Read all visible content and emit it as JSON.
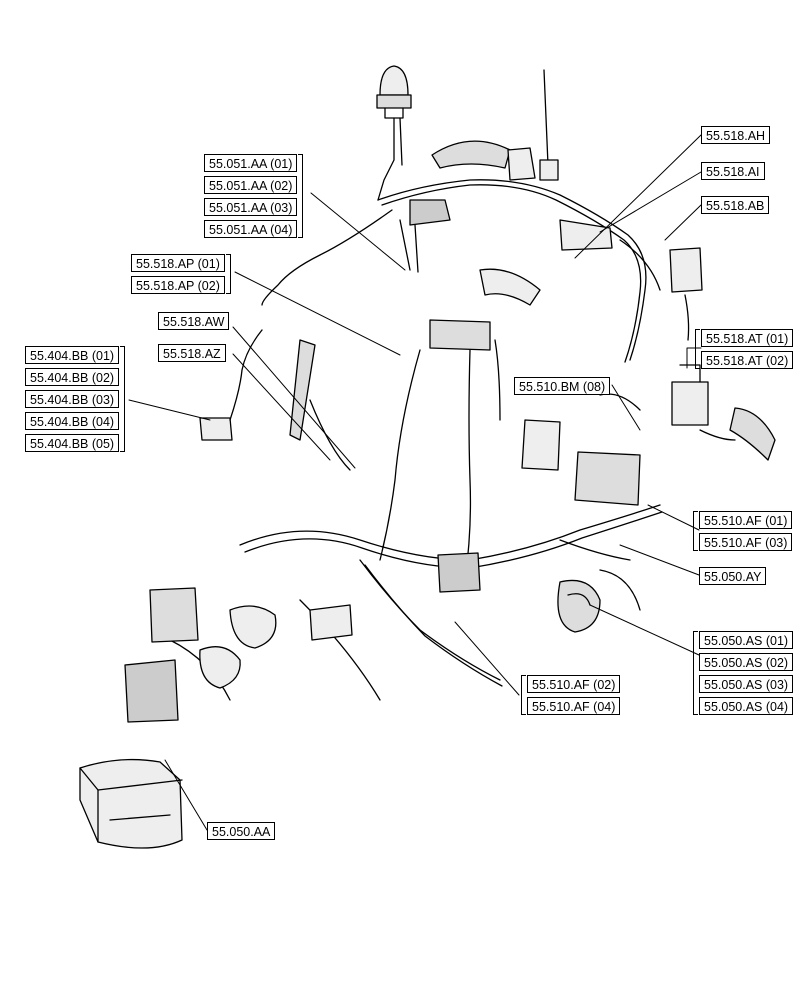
{
  "labels": {
    "l_55_051_aa_01": "55.051.AA (01)",
    "l_55_051_aa_02": "55.051.AA (02)",
    "l_55_051_aa_03": "55.051.AA (03)",
    "l_55_051_aa_04": "55.051.AA (04)",
    "l_55_518_ap_01": "55.518.AP (01)",
    "l_55_518_ap_02": "55.518.AP (02)",
    "l_55_518_aw": "55.518.AW",
    "l_55_518_az": "55.518.AZ",
    "l_55_404_bb_01": "55.404.BB (01)",
    "l_55_404_bb_02": "55.404.BB (02)",
    "l_55_404_bb_03": "55.404.BB (03)",
    "l_55_404_bb_04": "55.404.BB (04)",
    "l_55_404_bb_05": "55.404.BB (05)",
    "l_55_518_ah": "55.518.AH",
    "l_55_518_ai": "55.518.AI",
    "l_55_518_ab": "55.518.AB",
    "l_55_518_at_01": "55.518.AT (01)",
    "l_55_518_at_02": "55.518.AT (02)",
    "l_55_510_bm_08": "55.510.BM (08)",
    "l_55_510_af_01": "55.510.AF (01)",
    "l_55_510_af_03": "55.510.AF (03)",
    "l_55_050_ay": "55.050.AY",
    "l_55_050_as_01": "55.050.AS (01)",
    "l_55_050_as_02": "55.050.AS (02)",
    "l_55_050_as_03": "55.050.AS (03)",
    "l_55_050_as_04": "55.050.AS (04)",
    "l_55_510_af_02": "55.510.AF (02)",
    "l_55_510_af_04": "55.510.AF (04)",
    "l_55_050_aa": "55.050.AA"
  }
}
